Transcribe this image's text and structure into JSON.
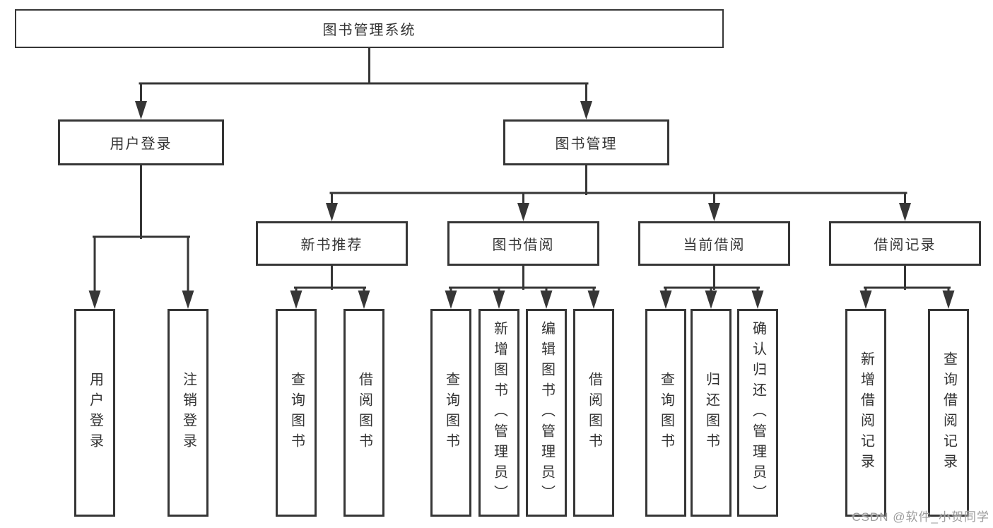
{
  "diagram": {
    "root": {
      "label": "图书管理系统"
    },
    "level2": [
      {
        "id": "user-login",
        "label": "用户登录"
      },
      {
        "id": "book-management",
        "label": "图书管理"
      }
    ],
    "level3": [
      {
        "id": "new-book-recommend",
        "label": "新书推荐"
      },
      {
        "id": "book-borrow",
        "label": "图书借阅"
      },
      {
        "id": "current-borrow",
        "label": "当前借阅"
      },
      {
        "id": "borrow-record",
        "label": "借阅记录"
      }
    ],
    "leaves": [
      {
        "id": "user-login",
        "parent": "user-login",
        "label": "用户登录"
      },
      {
        "id": "logout",
        "parent": "user-login",
        "label": "注销登录"
      },
      {
        "id": "query-book-recommend",
        "parent": "new-book-recommend",
        "label": "查询图书"
      },
      {
        "id": "borrow-book-recommend",
        "parent": "new-book-recommend",
        "label": "借阅图书"
      },
      {
        "id": "query-book-borrow",
        "parent": "book-borrow",
        "label": "查询图书"
      },
      {
        "id": "add-book-admin",
        "parent": "book-borrow",
        "label": "新增图书（管理员）"
      },
      {
        "id": "edit-book-admin",
        "parent": "book-borrow",
        "label": "编辑图书（管理员）"
      },
      {
        "id": "borrow-book",
        "parent": "book-borrow",
        "label": "借阅图书"
      },
      {
        "id": "query-book-current",
        "parent": "current-borrow",
        "label": "查询图书"
      },
      {
        "id": "return-book",
        "parent": "current-borrow",
        "label": "归还图书"
      },
      {
        "id": "confirm-return-admin",
        "parent": "current-borrow",
        "label": "确认归还（管理员）"
      },
      {
        "id": "add-borrow-record",
        "parent": "borrow-record",
        "label": "新增借阅记录"
      },
      {
        "id": "query-borrow-record",
        "parent": "borrow-record",
        "label": "查询借阅记录"
      }
    ]
  },
  "watermark": "CSDN @软件_小贺同学",
  "colors": {
    "line": "#363636",
    "text": "#333333",
    "watermark": "#9c9c9c",
    "background": "#ffffff"
  }
}
